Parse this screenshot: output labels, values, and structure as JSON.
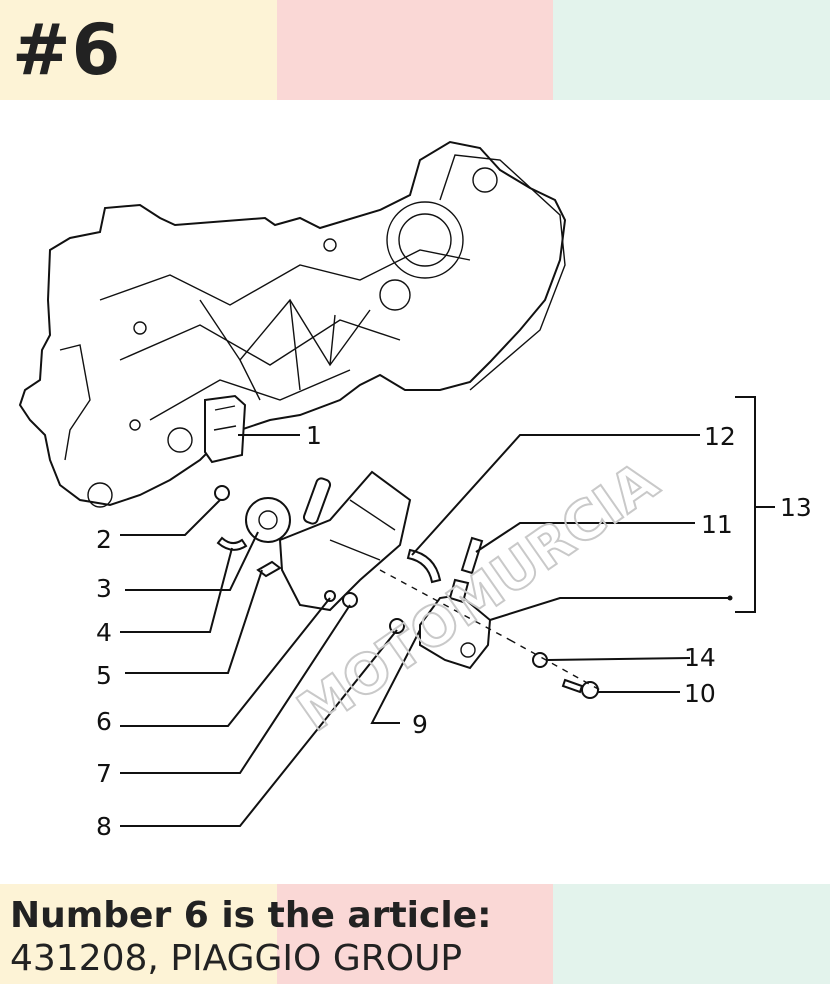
{
  "header": {
    "badge": "#6"
  },
  "diagram": {
    "watermark": "MOTOMURCIA",
    "callouts": [
      "1",
      "2",
      "3",
      "4",
      "5",
      "6",
      "7",
      "8",
      "9",
      "10",
      "11",
      "12",
      "13",
      "14"
    ]
  },
  "caption": {
    "line1": "Number 6 is the article:",
    "line2": "431208, PIAGGIO GROUP"
  },
  "colors": {
    "band_yellow": "#fdf3d6",
    "band_pink": "#fad8d6",
    "band_green": "#e3f3ec",
    "text": "#222222"
  }
}
